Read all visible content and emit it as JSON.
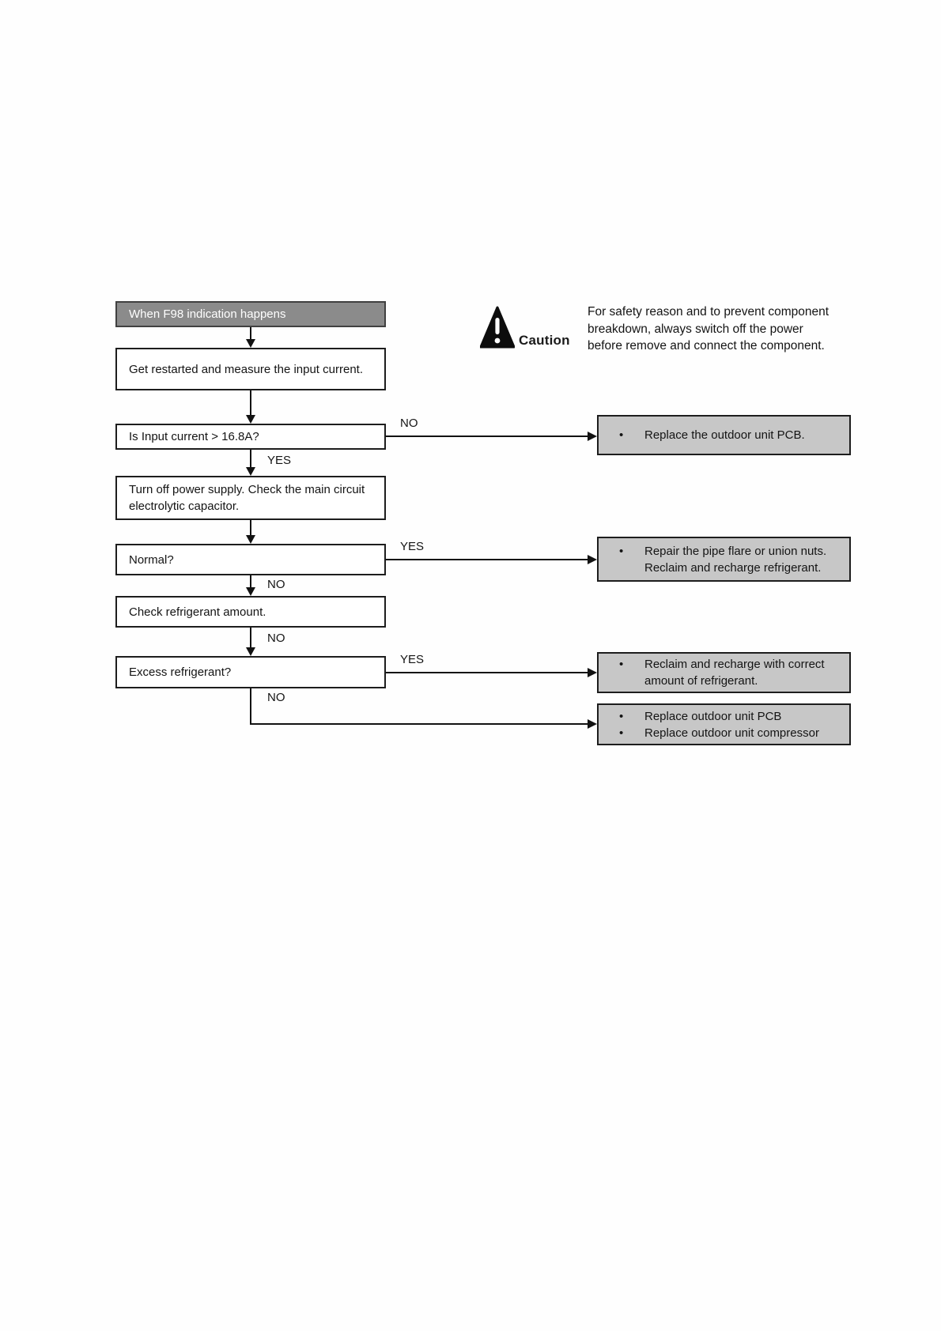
{
  "caution": {
    "label": "Caution",
    "lines": [
      "For safety reason and to prevent component",
      "breakdown, always switch off the power",
      "before remove and connect the component."
    ]
  },
  "flowchart": {
    "start": "When F98 indication happens",
    "steps": [
      "Get restarted and measure the input current.",
      "Is Input current > 16.8A?",
      "Turn off power supply. Check the main circuit electrolytic capacitor.",
      "Normal?",
      "Check refrigerant amount.",
      "Excess refrigerant?"
    ],
    "branch_labels": {
      "yes": "YES",
      "no": "NO"
    },
    "bullet_glyph": "•",
    "outcomes": [
      {
        "items": [
          {
            "lines": [
              "Replace the outdoor unit PCB."
            ]
          }
        ]
      },
      {
        "items": [
          {
            "lines": [
              "Repair the pipe flare or union nuts.",
              "Reclaim and recharge refrigerant."
            ]
          }
        ]
      },
      {
        "items": [
          {
            "lines": [
              "Reclaim and recharge with correct",
              "amount of refrigerant."
            ]
          }
        ]
      },
      {
        "items": [
          {
            "lines": [
              "Replace outdoor unit PCB"
            ]
          },
          {
            "lines": [
              "Replace outdoor unit compressor"
            ]
          }
        ]
      }
    ],
    "colors": {
      "header_bg": "#8b8b8b",
      "header_text": "#ffffff",
      "outcome_bg": "#c7c7c7",
      "box_border": "#1d1d1d",
      "line": "#121212"
    }
  }
}
